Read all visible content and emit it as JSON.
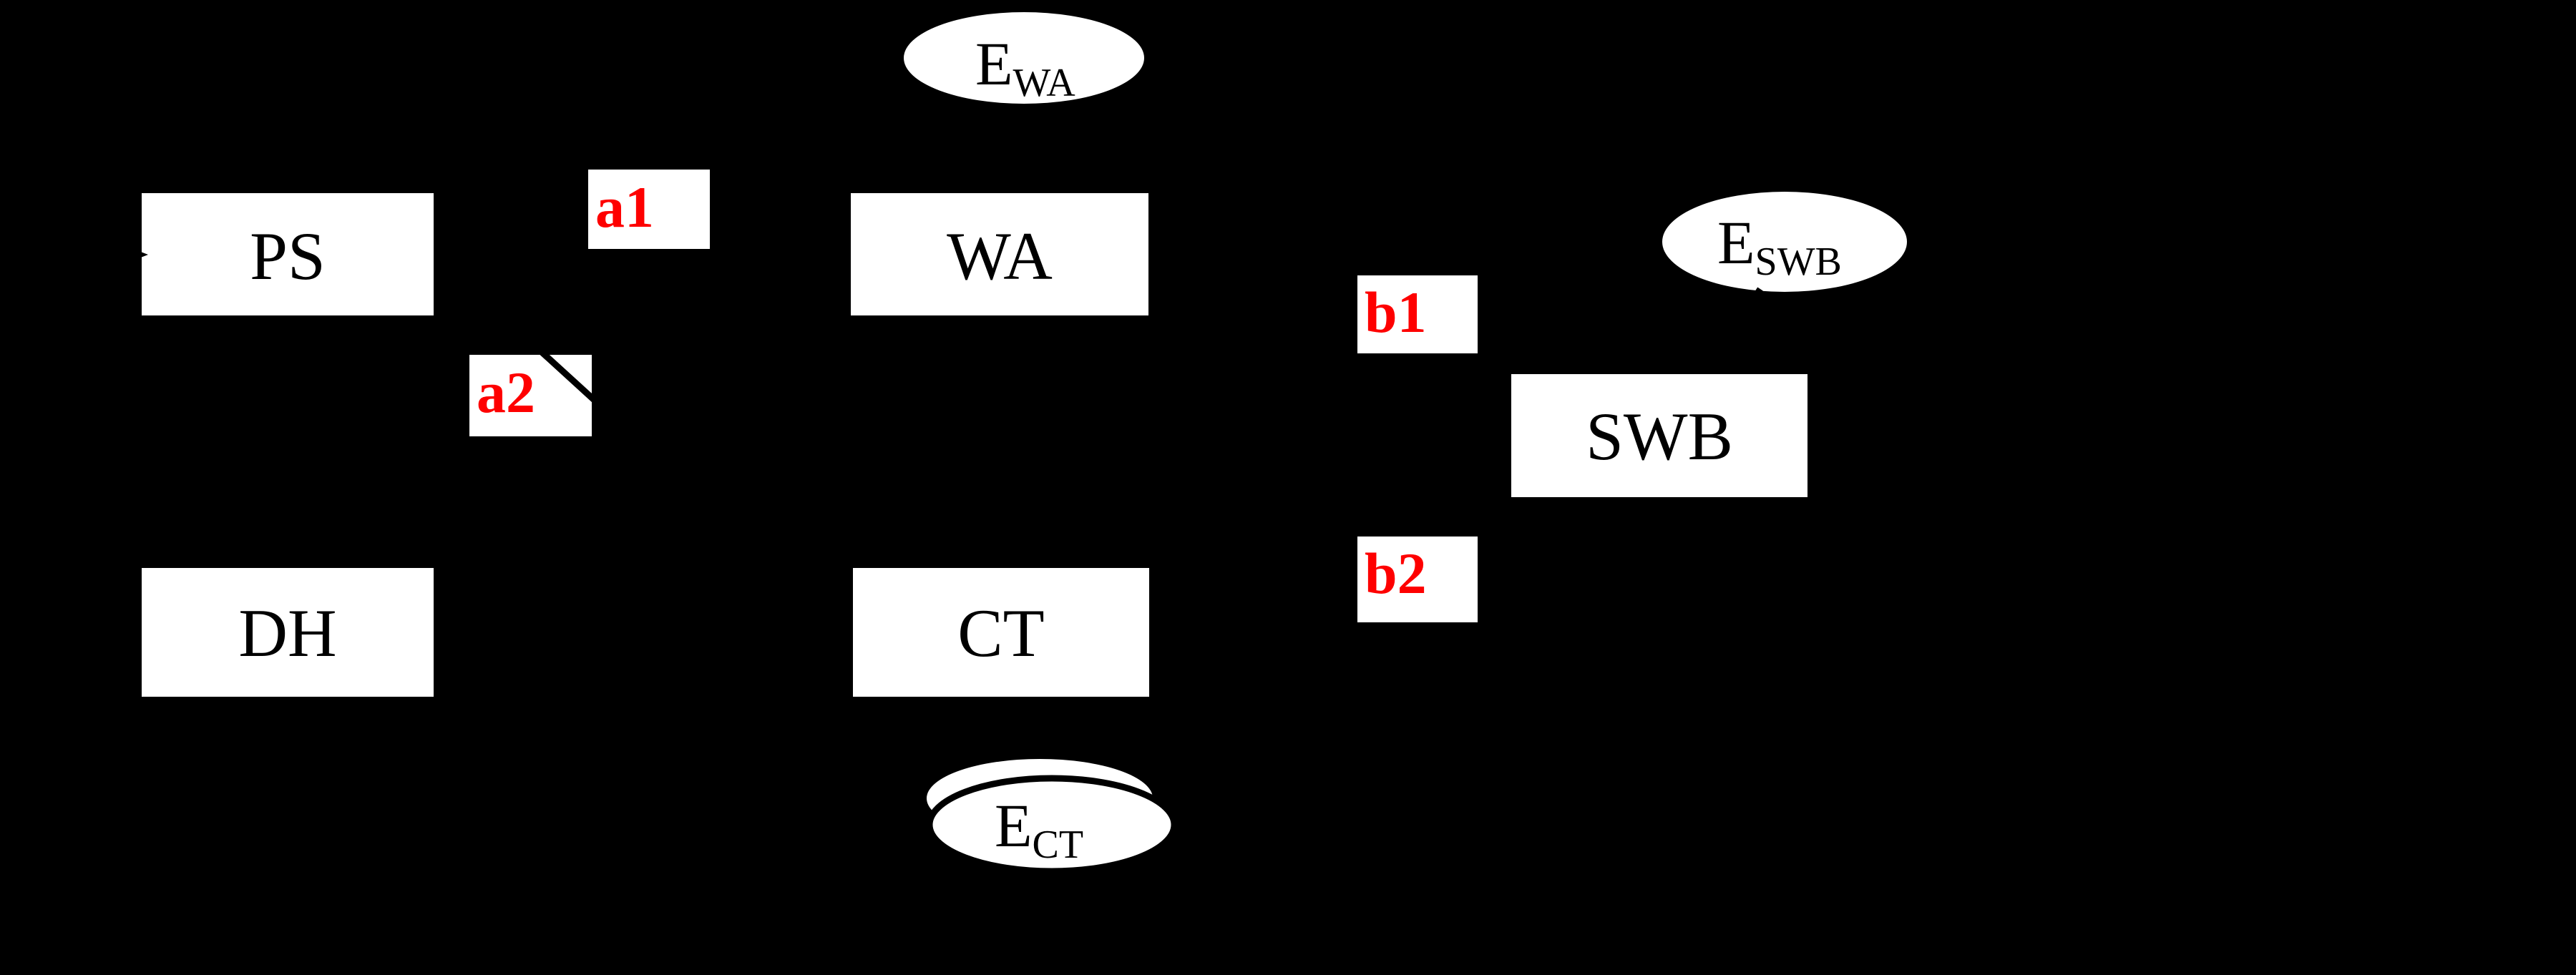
{
  "diagram": {
    "kind": "structural-path-model",
    "background_color": "#000000",
    "colors": {
      "shape_fill": "#ffffff",
      "connector": "#000000",
      "box_text": "#000000",
      "coefficient_text": "#fe0000"
    },
    "boxes": [
      {
        "id": "ps",
        "label": "PS"
      },
      {
        "id": "wa",
        "label": "WA"
      },
      {
        "id": "dh",
        "label": "DH"
      },
      {
        "id": "ct",
        "label": "CT"
      },
      {
        "id": "swb",
        "label": "SWB"
      }
    ],
    "error_terms": [
      {
        "id": "e-wa",
        "main": "E",
        "sub": "WA"
      },
      {
        "id": "e-swb",
        "main": "E",
        "sub": "SWB"
      },
      {
        "id": "e-ct",
        "main": "E",
        "sub": "CT"
      }
    ],
    "path_labels": [
      {
        "id": "a1",
        "label": "a1"
      },
      {
        "id": "a2",
        "label": "a2"
      },
      {
        "id": "b1",
        "label": "b1"
      },
      {
        "id": "b2",
        "label": "b2"
      }
    ]
  }
}
